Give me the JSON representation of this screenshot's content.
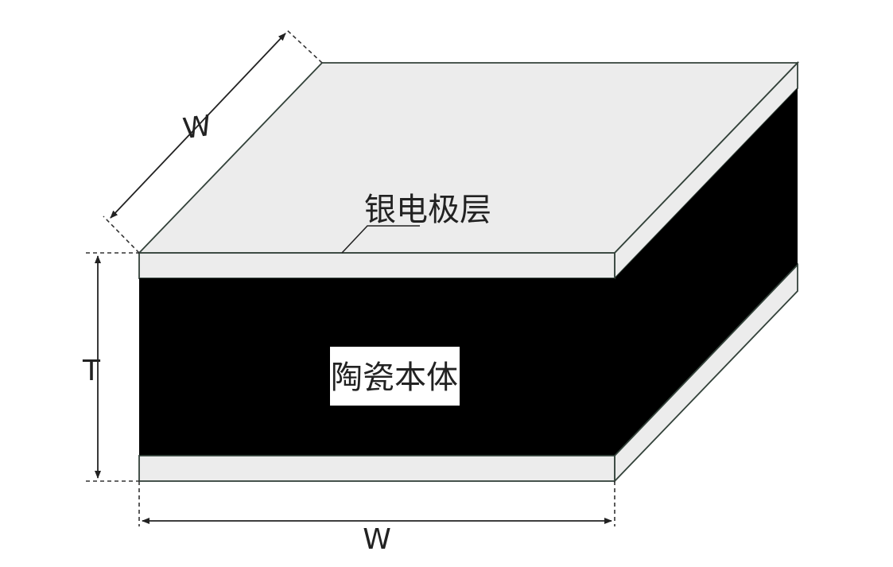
{
  "labels": {
    "electrode_layer": "银电极层",
    "ceramic_body": "陶瓷本体",
    "thickness_symbol": "T",
    "width_symbol_front": "W",
    "width_symbol_depth": "W"
  },
  "colors": {
    "electrode": "#ececec",
    "ceramic": "#000000",
    "outline": "#33423a",
    "dimension": "#222222",
    "background": "#ffffff"
  }
}
